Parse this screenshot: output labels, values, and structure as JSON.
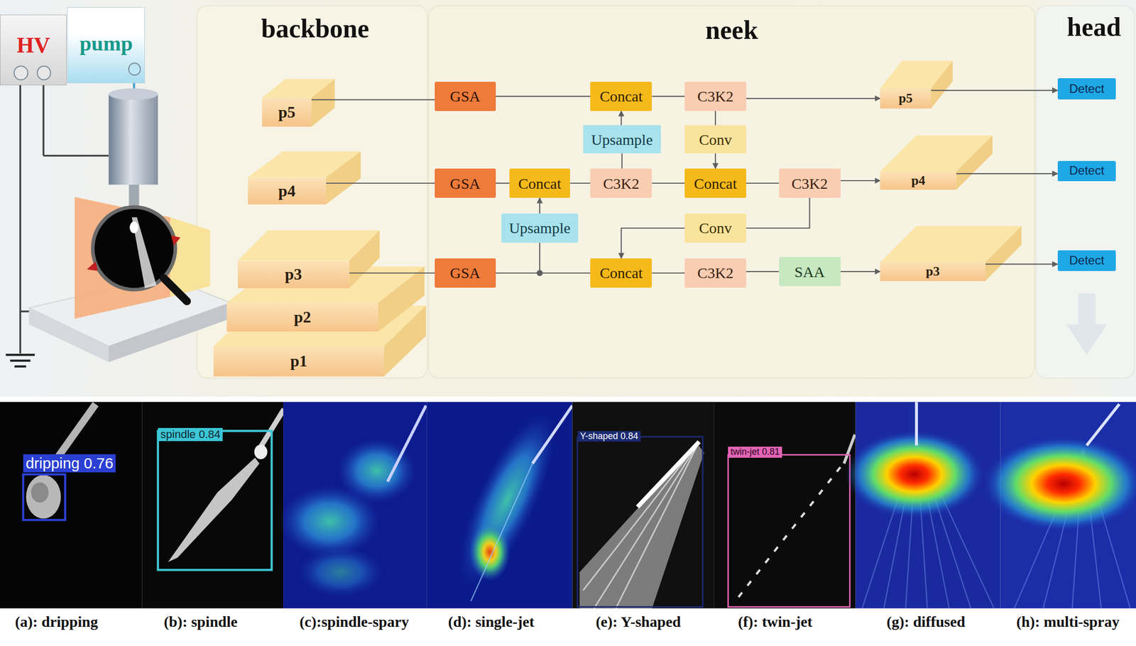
{
  "diagram": {
    "nodes": [
      {
        "text": [
          "HV"
        ]
      },
      {
        "text": [
          "pump"
        ]
      },
      {
        "text": [
          "p5"
        ]
      },
      {
        "text": [
          "p4"
        ]
      },
      {
        "text": [
          "p3"
        ]
      },
      {
        "text": [
          "p2"
        ]
      },
      {
        "text": [
          "p1"
        ]
      },
      {
        "text": [
          "GSA"
        ]
      },
      {
        "text": [
          "Concat"
        ]
      },
      {
        "text": [
          "C3K2"
        ]
      },
      {
        "text": [
          "p5"
        ]
      },
      {
        "text": [
          "Detect"
        ]
      },
      {
        "text": [
          "Upsample"
        ]
      },
      {
        "text": [
          "Conv"
        ]
      },
      {
        "text": [
          "GSA"
        ]
      },
      {
        "text": [
          "Concat"
        ]
      },
      {
        "text": [
          "C3K2"
        ]
      },
      {
        "text": [
          "Concat"
        ]
      },
      {
        "text": [
          "C3K2"
        ]
      },
      {
        "text": [
          "p4"
        ]
      },
      {
        "text": [
          "Detect"
        ]
      },
      {
        "text": [
          "Upsample"
        ]
      },
      {
        "text": [
          "Conv"
        ]
      },
      {
        "text": [
          "GSA"
        ]
      },
      {
        "text": [
          "Concat"
        ]
      },
      {
        "text": [
          "C3K2"
        ]
      },
      {
        "text": [
          "SAA"
        ]
      },
      {
        "text": [
          "p3"
        ]
      },
      {
        "text": [
          "Detect"
        ]
      }
    ],
    "edges": [
      {
        "from": 2,
        "to": 7,
        "arrow": "none"
      },
      {
        "from": 7,
        "to": 8,
        "arrow": "none"
      },
      {
        "from": 8,
        "to": 9,
        "arrow": "none"
      },
      {
        "from": 9,
        "to": 10,
        "arrow": "to"
      },
      {
        "from": 10,
        "to": 11,
        "arrow": "to"
      },
      {
        "from": 12,
        "to": 8,
        "arrow": "to"
      },
      {
        "from": 9,
        "to": 13,
        "arrow": "none"
      },
      {
        "from": 13,
        "to": 17,
        "arrow": "to"
      },
      {
        "from": 3,
        "to": 14,
        "arrow": "none"
      },
      {
        "from": 14,
        "to": 15,
        "arrow": "none"
      },
      {
        "from": 15,
        "to": 16,
        "arrow": "none"
      },
      {
        "from": 16,
        "to": 12,
        "arrow": "none"
      },
      {
        "from": 16,
        "to": 17,
        "arrow": "none"
      },
      {
        "from": 17,
        "to": 18,
        "arrow": "none"
      },
      {
        "from": 18,
        "to": 19,
        "arrow": "to"
      },
      {
        "from": 19,
        "to": 20,
        "arrow": "to"
      },
      {
        "from": 21,
        "to": 15,
        "arrow": "to"
      },
      {
        "from": 18,
        "to": 22,
        "arrow": "none"
      },
      {
        "from": 22,
        "to": 24,
        "arrow": "to"
      },
      {
        "from": 4,
        "to": 23,
        "arrow": "none"
      },
      {
        "from": 23,
        "to": 24,
        "arrow": "none"
      },
      {
        "from": 23,
        "to": 21,
        "arrow": "none"
      },
      {
        "from": 24,
        "to": 25,
        "arrow": "none"
      },
      {
        "from": 25,
        "to": 26,
        "arrow": "none"
      },
      {
        "from": 26,
        "to": 27,
        "arrow": "to"
      },
      {
        "from": 27,
        "to": 28,
        "arrow": "to"
      }
    ],
    "labels": [
      "backbone",
      "neek",
      "head",
      "dripping 0.76",
      "spindle 0.84",
      "Y-shaped 0.84",
      "twin-jet 0.81",
      "(a): dripping",
      "(b): spindle",
      "(c):spindle-spary",
      "(d): single-jet",
      "(e): Y-shaped",
      "(f): twin-jet",
      "(g): diffused",
      "(h): multi-spray"
    ]
  }
}
